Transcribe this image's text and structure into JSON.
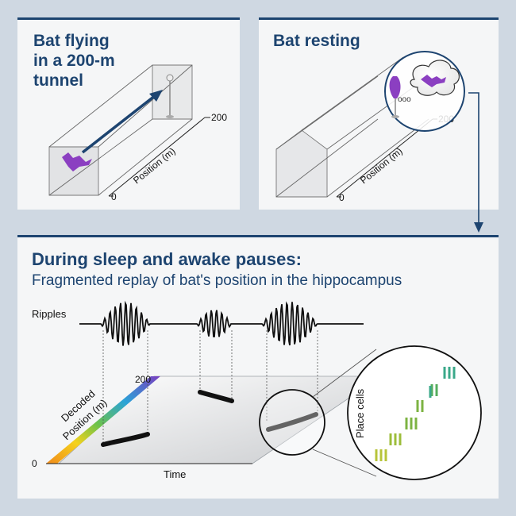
{
  "panels": {
    "flying": {
      "title_line1": "Bat flying",
      "title_line2": "in a 200-m",
      "title_line3": "tunnel",
      "axis_label": "Position (m)",
      "tick_start": "0",
      "tick_end": "200"
    },
    "resting": {
      "title": "Bat resting",
      "axis_label": "Position (m)",
      "tick_start": "0",
      "tick_end": "200",
      "dream_text": "ooo"
    },
    "replay": {
      "title": "During sleep and awake pauses:",
      "subtitle": "Fragmented replay of bat's position in the hippocampus",
      "ripples_label": "Ripples",
      "y_label_line1": "Decoded",
      "y_label_line2": "Position (m)",
      "y_tick_top": "200",
      "y_tick_bottom": "0",
      "x_label": "Time",
      "place_cells_label": "Place cells"
    }
  },
  "colors": {
    "title": "#1d4470",
    "panel_bg": "#f5f6f7",
    "divider": "#1d4470",
    "bat": "#8b3fc1",
    "arrow": "#1d4470",
    "place_cells": [
      "#b7c43a",
      "#9cbd3a",
      "#7cb342",
      "#55ad5c",
      "#3aa88a"
    ]
  }
}
